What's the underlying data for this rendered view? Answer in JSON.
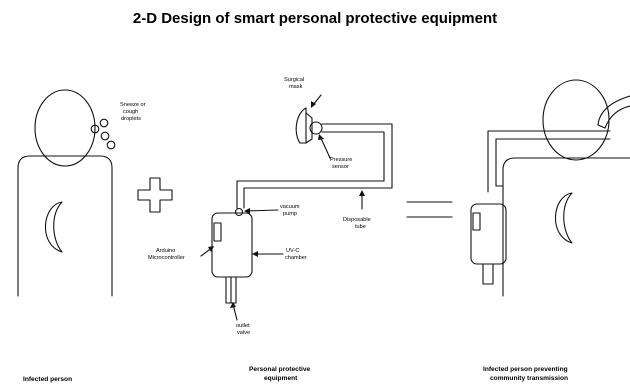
{
  "title": "2-D Design of smart personal protective equipment",
  "labels": {
    "droplets": [
      "Sneeze or",
      "cough",
      "droplets"
    ],
    "mask": [
      "Surgical",
      "mask"
    ],
    "pressure": [
      "Pressure",
      "sensor"
    ],
    "pump": [
      "vacuum",
      "pump"
    ],
    "tube": [
      "Disposable",
      "tube"
    ],
    "arduino": [
      "Arduino",
      "Microcontroller"
    ],
    "uvc": [
      "UV-C",
      "chamber"
    ],
    "outlet": [
      "outlet",
      "valve"
    ]
  },
  "captions": {
    "left": [
      "Infected person"
    ],
    "middle": [
      "Personal protective",
      "equipment"
    ],
    "right": [
      "Infected person preventing",
      "community  transmission"
    ]
  }
}
